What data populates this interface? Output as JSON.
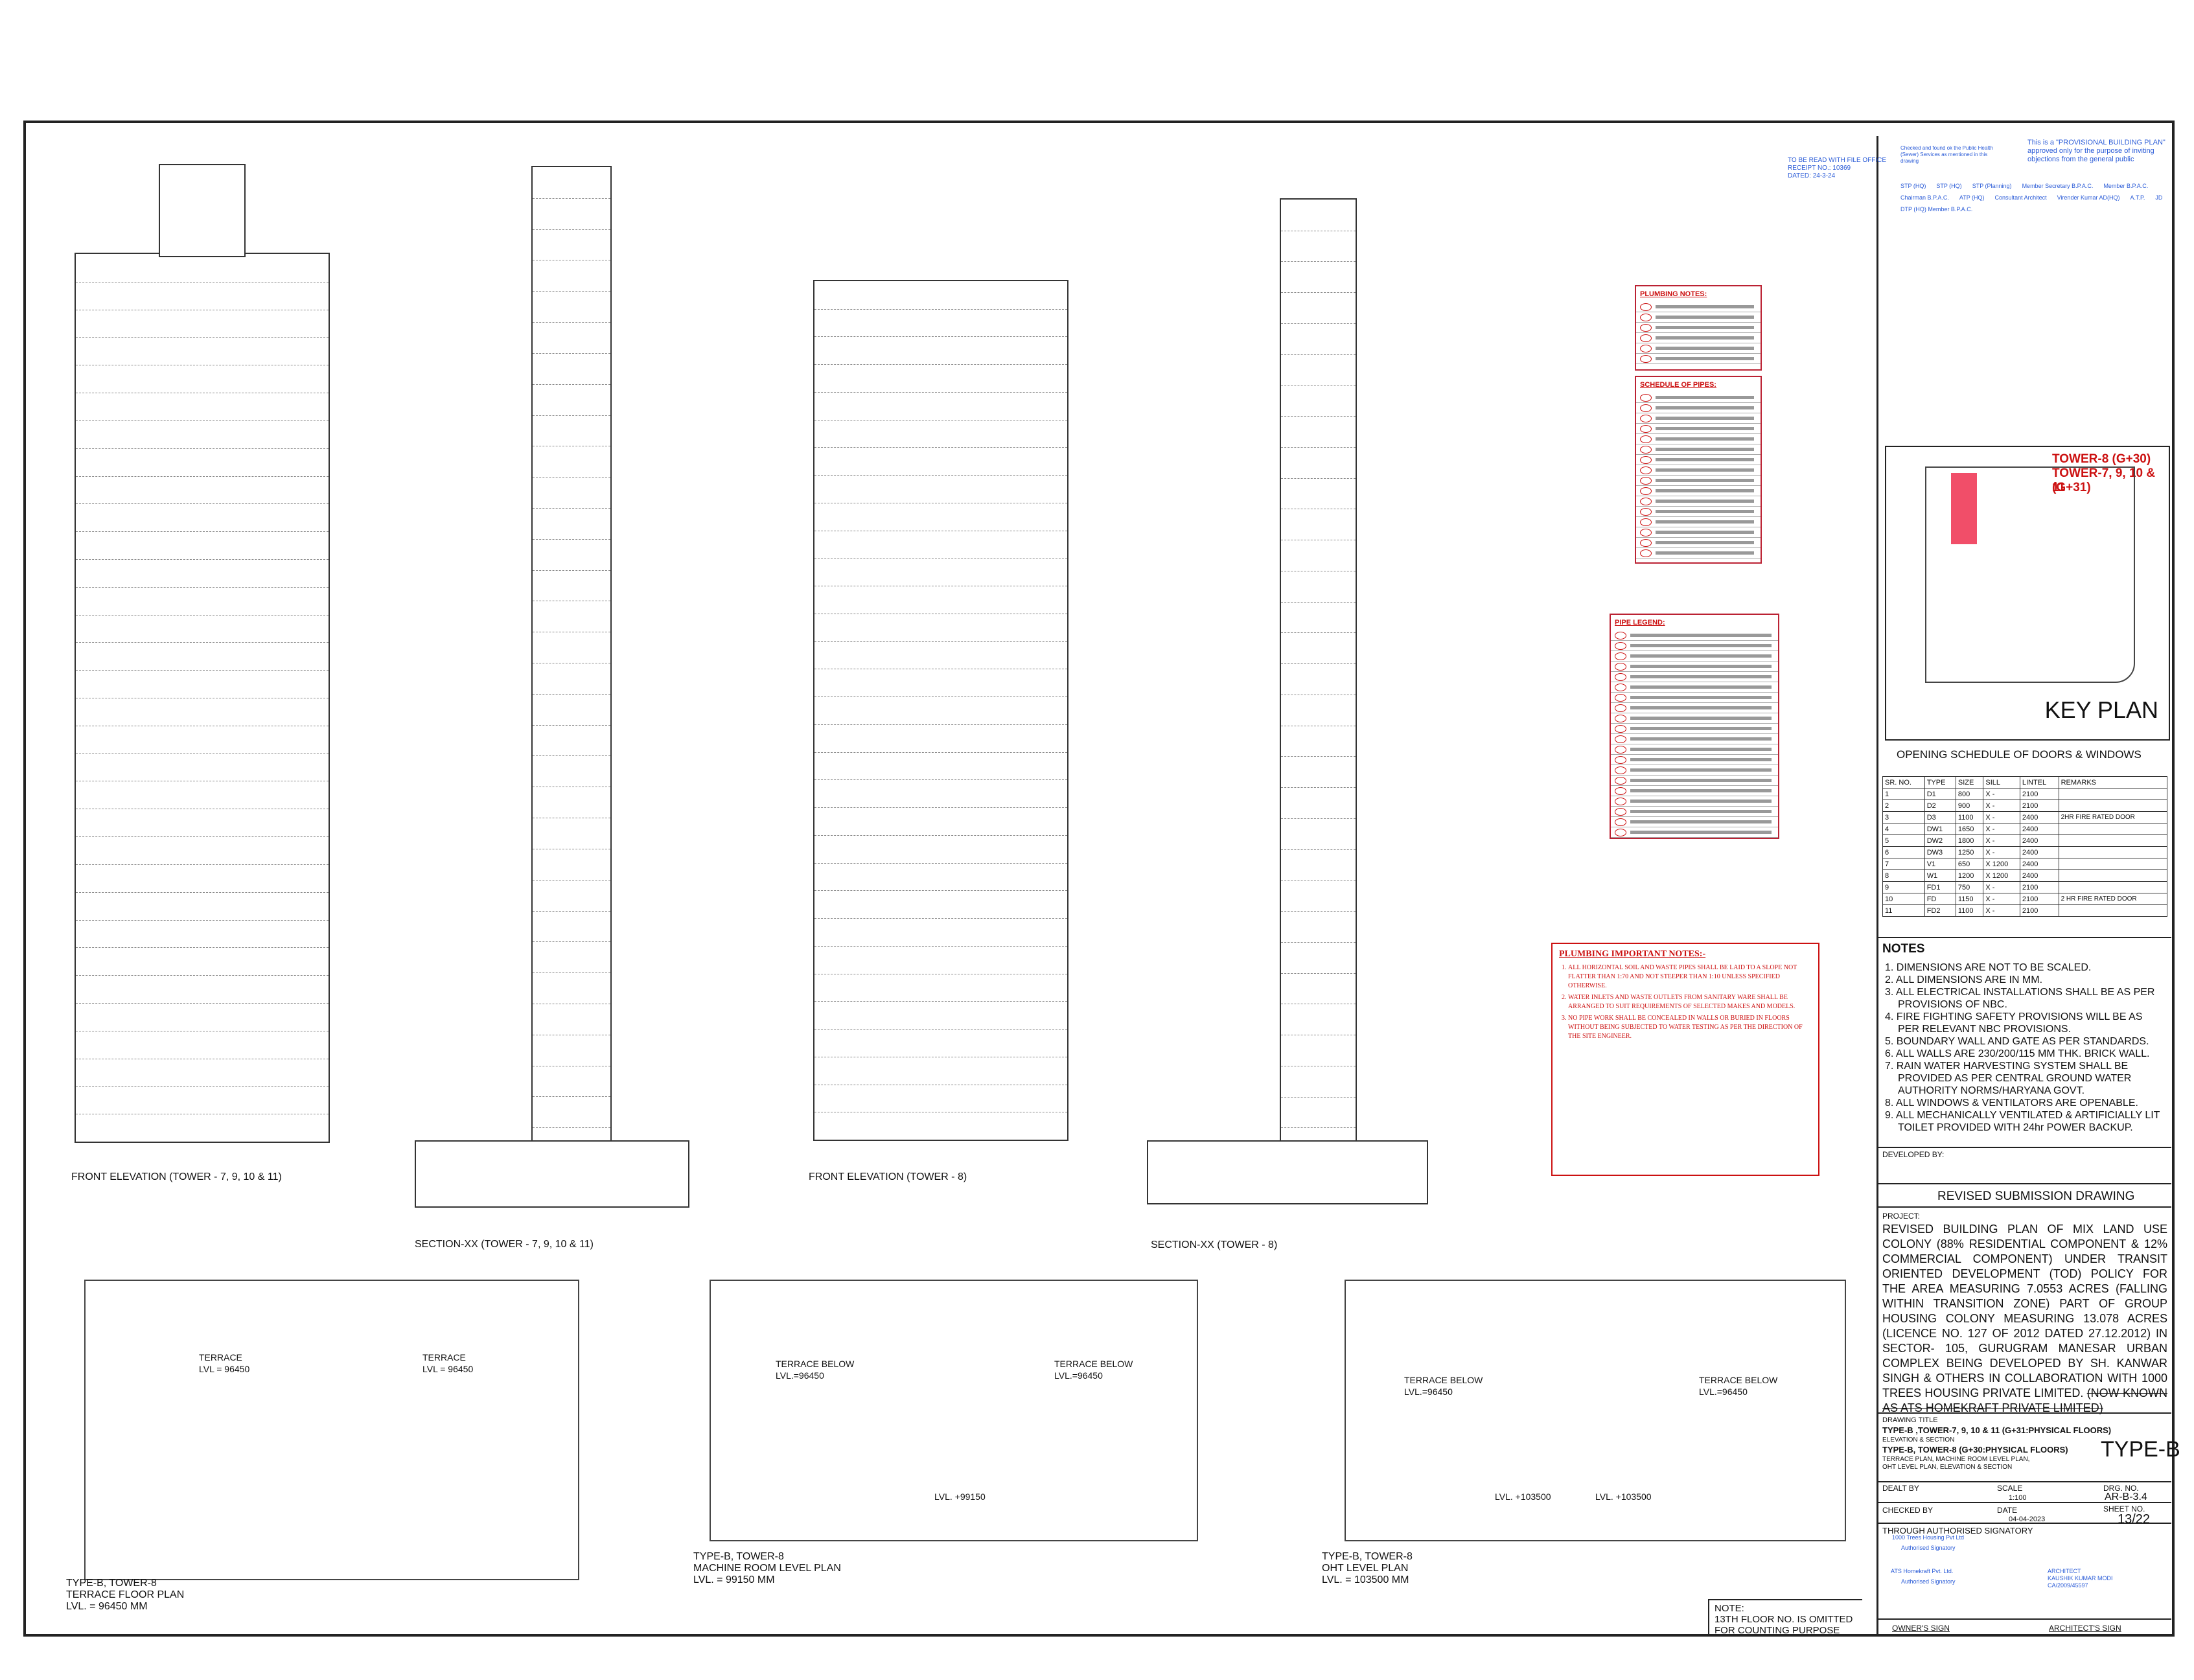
{
  "stamps": {
    "top_right_review": [
      "TO BE READ WITH FILE OFFICE",
      "RECEIPT NO.: 10369",
      "DATED: 24-3-24"
    ],
    "provisional": "This is a \"PROVISIONAL BUILDING PLAN\" approved only for the purpose of inviting objections from the general public",
    "public_health": "Checked and found ok the Public Health (Sewer) Services as mentioned in this drawing",
    "signatories": [
      "STP (HQ)",
      "STP (HQ)",
      "STP (Planning)",
      "Member Secretary B.P.A.C.",
      "Member B.P.A.C.",
      "Chairman B.P.A.C.",
      "ATP (HQ)",
      "Consultant Architect",
      "Virender Kumar AD(HQ)",
      "A.T.P.",
      "JD",
      "DTP (HQ) Member B.P.A.C."
    ]
  },
  "key_plan": {
    "tower_labels": [
      "TOWER-8 (G+30)",
      "TOWER-7, 9, 10 & 11",
      "(G+31)"
    ],
    "title": "KEY PLAN"
  },
  "opening_schedule": {
    "title": "OPENING SCHEDULE OF DOORS & WINDOWS",
    "headers": [
      "SR. NO.",
      "TYPE",
      "SIZE",
      "SILL",
      "LINTEL",
      "REMARKS"
    ],
    "rows": [
      [
        "1",
        "D1",
        "800",
        "X -",
        "2100",
        ""
      ],
      [
        "2",
        "D2",
        "900",
        "X -",
        "2100",
        ""
      ],
      [
        "3",
        "D3",
        "1100",
        "X -",
        "2400",
        "2HR FIRE RATED DOOR"
      ],
      [
        "4",
        "DW1",
        "1650",
        "X -",
        "2400",
        ""
      ],
      [
        "5",
        "DW2",
        "1800",
        "X -",
        "2400",
        ""
      ],
      [
        "6",
        "DW3",
        "1250",
        "X -",
        "2400",
        ""
      ],
      [
        "7",
        "V1",
        "650",
        "X 1200",
        "2400",
        ""
      ],
      [
        "8",
        "W1",
        "1200",
        "X 1200",
        "2400",
        ""
      ],
      [
        "9",
        "FD1",
        "750",
        "X -",
        "2100",
        ""
      ],
      [
        "10",
        "FD",
        "1150",
        "X -",
        "2100",
        "2 HR FIRE RATED DOOR"
      ],
      [
        "11",
        "FD2",
        "1100",
        "X -",
        "2100",
        ""
      ]
    ]
  },
  "notes": {
    "title": "NOTES",
    "items": [
      "1. DIMENSIONS ARE NOT TO BE SCALED.",
      "2. ALL DIMENSIONS ARE IN MM.",
      "3. ALL ELECTRICAL INSTALLATIONS SHALL BE AS PER PROVISIONS OF NBC.",
      "4. FIRE FIGHTING SAFETY PROVISIONS WILL BE AS PER RELEVANT NBC PROVISIONS.",
      "5. BOUNDARY WALL AND GATE AS PER STANDARDS.",
      "6. ALL WALLS ARE 230/200/115 MM THK. BRICK WALL.",
      "7. RAIN WATER HARVESTING SYSTEM SHALL BE PROVIDED AS PER CENTRAL GROUND WATER AUTHORITY NORMS/HARYANA GOVT.",
      "8. ALL WINDOWS & VENTILATORS ARE OPENABLE.",
      "9. ALL MECHANICALLY VENTILATED & ARTIFICIALLY LIT TOILET PROVIDED WITH 24hr POWER BACKUP."
    ]
  },
  "developed_by": "DEVELOPED BY:",
  "submission": "REVISED SUBMISSION DRAWING",
  "project": {
    "label": "PROJECT:",
    "text": "REVISED BUILDING PLAN OF MIX LAND USE COLONY (88% RESIDENTIAL COMPONENT & 12% COMMERCIAL COMPONENT) UNDER TRANSIT ORIENTED DEVELOPMENT (TOD) POLICY FOR THE AREA MEASURING 7.0553 ACRES (FALLING WITHIN TRANSITION ZONE) PART OF GROUP HOUSING COLONY MEASURING 13.078 ACRES (LICENCE NO. 127 OF 2012 DATED 27.12.2012) IN SECTOR- 105, GURUGRAM MANESAR URBAN COMPLEX BEING DEVELOPED BY SH. KANWAR SINGH & OTHERS IN COLLABORATION WITH 1000 TREES HOUSING PRIVATE LIMITED.",
    "struck": "(NOW KNOWN AS ATS HOMEKRAFT PRIVATE LIMITED)"
  },
  "drawing_title": {
    "label": "DRAWING TITLE",
    "line1": "TYPE-B ,TOWER-7, 9, 10 & 11 (G+31:PHYSICAL FLOORS)",
    "line2": "ELEVATION & SECTION",
    "line3": "TYPE-B, TOWER-8 (G+30:PHYSICAL FLOORS)",
    "line4": "TERRACE PLAN, MACHINE ROOM LEVEL PLAN, OHT LEVEL PLAN, ELEVATION & SECTION",
    "type": "TYPE-B"
  },
  "title_fields": {
    "dealt_by": "DEALT BY",
    "scale_label": "SCALE",
    "scale": "1:100",
    "drg_no_label": "DRG. NO.",
    "drg_no": "AR-B-3.4",
    "checked_by": "CHECKED BY",
    "date_label": "DATE",
    "date": "04-04-2023",
    "sheet_no_label": "SHEET NO.",
    "sheet_no": "13/22",
    "through": "THROUGH AUTHORISED SIGNATORY",
    "owners_sign": "OWNER'S SIGN",
    "architects_sign": "ARCHITECT'S SIGN",
    "architect": [
      "ARCHITECT",
      "KAUSHIK KUMAR MODI",
      "CA/2009/45597"
    ],
    "owner_stamps": [
      "1000 Trees Housing Pvt Ltd",
      "Authorised Signatory",
      "ATS Homekraft Pvt. Ltd.",
      "Authorised Signatory"
    ]
  },
  "plumbing_notes": {
    "title": "PLUMBING IMPORTANT NOTES:-",
    "items": [
      "ALL HORIZONTAL SOIL AND WASTE PIPES SHALL BE LAID TO A SLOPE NOT FLATTER THAN 1:70 AND NOT STEEPER THAN 1:10 UNLESS SPECIFIED OTHERWISE.",
      "WATER INLETS AND WASTE OUTLETS FROM SANITARY WARE SHALL BE ARRANGED TO SUIT REQUIREMENTS OF SELECTED MAKES AND MODELS.",
      "NO PIPE WORK SHALL BE CONCEALED IN WALLS OR BURIED IN FLOORS WITHOUT BEING SUBJECTED TO WATER TESTING AS PER THE DIRECTION OF THE SITE ENGINEER."
    ]
  },
  "legends": {
    "plumbing_notes_title": "PLUMBING NOTES:",
    "schedule_title": "SCHEDULE OF PIPES:",
    "legend_title": "PIPE LEGEND:"
  },
  "drawings": {
    "front_elev_1": "FRONT ELEVATION (TOWER - 7, 9, 10 & 11)",
    "section_1": "SECTION-XX (TOWER - 7, 9, 10 & 11)",
    "front_elev_2": "FRONT ELEVATION (TOWER - 8)",
    "section_2": "SECTION-XX (TOWER - 8)",
    "terrace_plan": [
      "TYPE-B, TOWER-8",
      "TERRACE FLOOR PLAN",
      "LVL. = 96450 MM"
    ],
    "machine_room_plan": [
      "TYPE-B, TOWER-8",
      "MACHINE ROOM LEVEL PLAN",
      "LVL. = 99150 MM"
    ],
    "oht_plan": [
      "TYPE-B, TOWER-8",
      "OHT LEVEL PLAN",
      "LVL. = 103500 MM"
    ],
    "terrace_labels": {
      "terrace": "TERRACE",
      "terrace_lvl": "LVL = 96450",
      "terrace_below": "TERRACE BELOW",
      "terrace_below_lvl": "LVL.=96450",
      "lvl_mr": "LVL. +99150",
      "lvl_oht": "LVL. +103500"
    }
  },
  "bottom_note": [
    "NOTE:",
    "13TH FLOOR NO. IS OMITTED",
    "FOR COUNTING PURPOSE"
  ]
}
